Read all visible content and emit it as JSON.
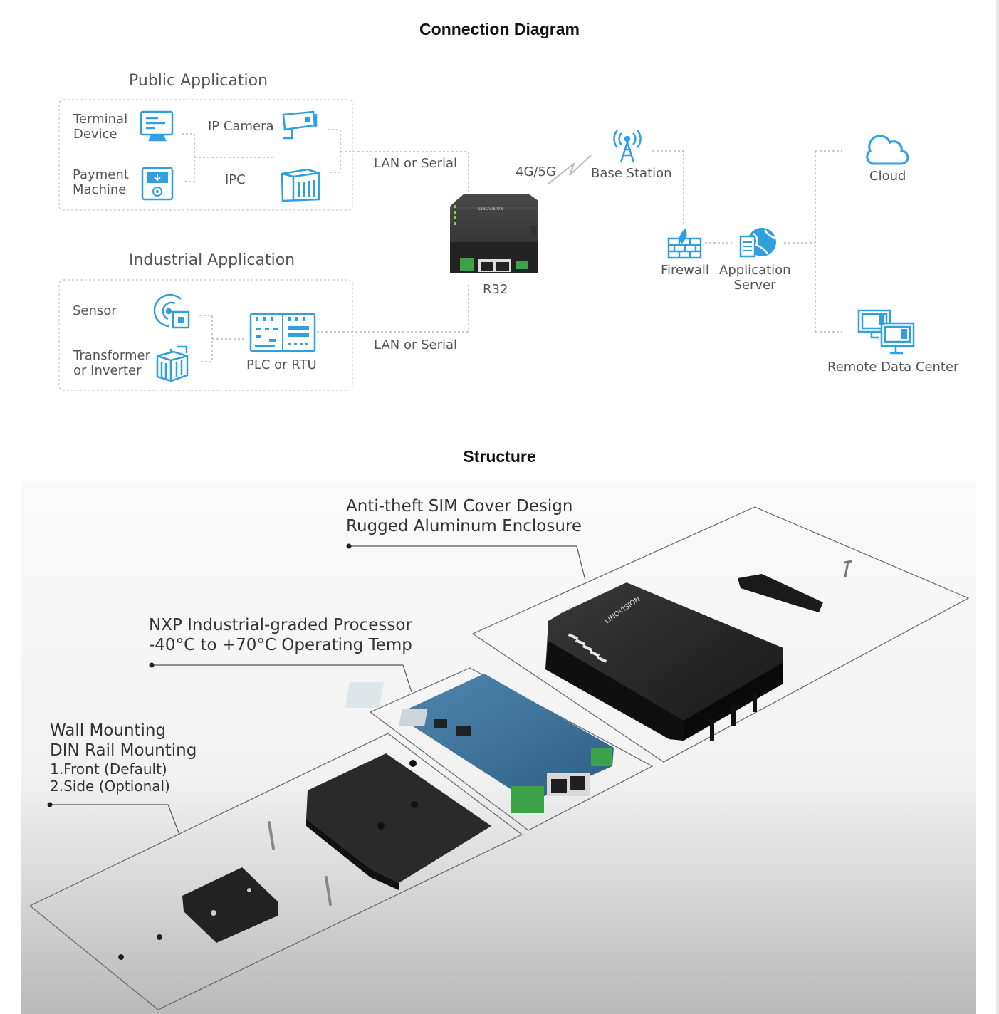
{
  "connection": {
    "title": "Connection Diagram",
    "public_group": {
      "title": "Public Application",
      "terminal": "Terminal\nDevice",
      "payment": "Payment\nMachine",
      "ip_camera": "IP Camera",
      "ipc": "IPC"
    },
    "industrial_group": {
      "title": "Industrial Application",
      "sensor": "Sensor",
      "transformer": "Transformer\nor Inverter",
      "plc": "PLC or RTU"
    },
    "link_top": "LAN or Serial",
    "link_bottom": "LAN or Serial",
    "router": {
      "name": "R32",
      "brand": "LINOVISION"
    },
    "wireless": "4G/5G",
    "base_station": "Base Station",
    "firewall": "Firewall",
    "app_server": "Application\nServer",
    "cloud": "Cloud",
    "remote_dc": "Remote Data Center",
    "accent_color": "#2f9fe0"
  },
  "structure": {
    "title": "Structure",
    "callouts": [
      {
        "lines": [
          "Anti-theft SIM Cover Design",
          "Rugged Aluminum Enclosure"
        ]
      },
      {
        "lines": [
          "NXP Industrial-graded Processor",
          "-40°C to +70°C Operating Temp"
        ]
      },
      {
        "lines": [
          "Wall Mounting",
          "DIN Rail Mounting"
        ],
        "sub": [
          "1.Front (Default)",
          "2.Side (Optional)"
        ]
      }
    ],
    "enclosure_brand": "LINOVISION"
  }
}
